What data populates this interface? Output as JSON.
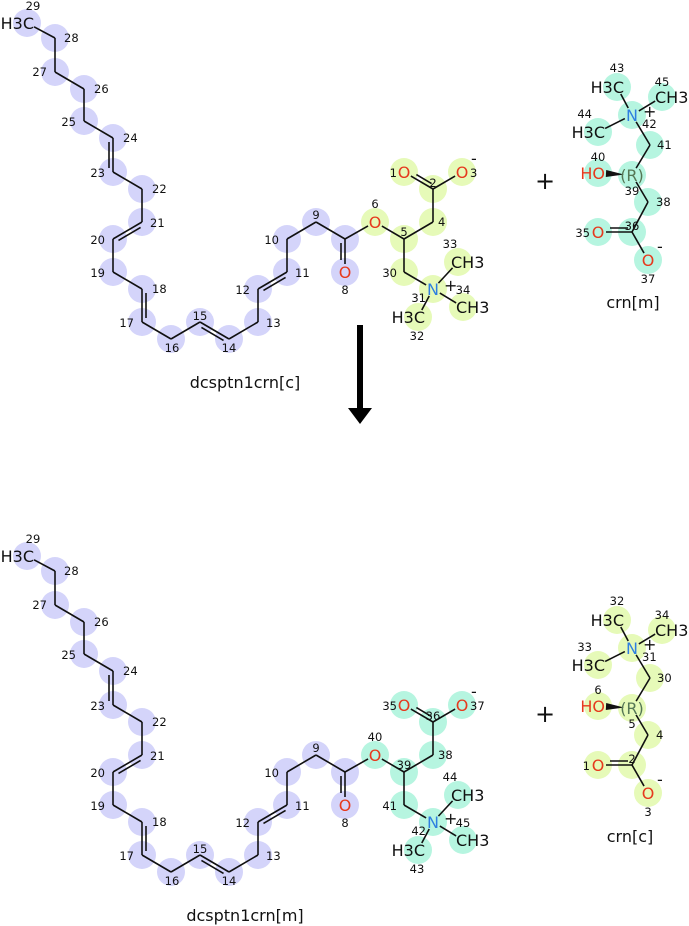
{
  "reaction": {
    "reactants": [
      "dcsptn1crn[c]",
      "crn[m]"
    ],
    "products": [
      "dcsptn1crn[m]",
      "crn[c]"
    ],
    "plus_sign": "+",
    "arrow_icon": "down-arrow"
  },
  "colors": {
    "fatty_acyl_highlight": "#d4d4fa",
    "carnitine_c_highlight": "#e6fab8",
    "carnitine_m_highlight": "#b6f5e0",
    "oxygen": "#e63a1e",
    "nitrogen": "#2e7fe0",
    "bond": "#111111"
  },
  "molecules": [
    {
      "name": "dcsptn1crn[c]",
      "type": "ester",
      "tail_color": "fatty_acyl_highlight",
      "head_color": "carnitine_c_highlight",
      "atom_numbers": [
        "29",
        "28",
        "27",
        "26",
        "25",
        "24",
        "23",
        "22",
        "21",
        "20",
        "19",
        "18",
        "17",
        "16",
        "15",
        "14",
        "13",
        "12",
        "11",
        "10",
        "9",
        "",
        "8",
        "6",
        "5",
        "4",
        "2",
        "1",
        "3",
        "30",
        "31",
        "33",
        "34",
        "32"
      ],
      "elements": {
        "22": "O",
        "23": "O",
        "27": "O",
        "28": "O",
        "30": "N",
        "31": "CH3",
        "32": "CH3",
        "33": "H3C",
        "0": "H3C"
      },
      "charges": {
        "28": "-",
        "30": "+"
      }
    },
    {
      "name": "crn[m]",
      "type": "carnitine",
      "color": "carnitine_m_highlight",
      "atom_numbers": [
        "43",
        "45",
        "42",
        "44",
        "41",
        "39",
        "40",
        "38",
        "36",
        "35",
        "37"
      ],
      "elements": {
        "0": "H3C",
        "1": "CH3",
        "2": "N",
        "3": "H3C",
        "5": "(R)",
        "6": "HO",
        "9": "O",
        "10": "O"
      },
      "charges": {
        "2": "+",
        "10": "-"
      }
    },
    {
      "name": "dcsptn1crn[m]",
      "type": "ester",
      "tail_color": "fatty_acyl_highlight",
      "head_color": "carnitine_m_highlight",
      "atom_numbers": [
        "29",
        "28",
        "27",
        "26",
        "25",
        "24",
        "23",
        "22",
        "21",
        "20",
        "19",
        "18",
        "17",
        "16",
        "15",
        "14",
        "13",
        "12",
        "11",
        "10",
        "9",
        "",
        "8",
        "40",
        "39",
        "38",
        "36",
        "35",
        "37",
        "41",
        "42",
        "44",
        "45",
        "43"
      ],
      "elements": {
        "22": "O",
        "23": "O",
        "27": "O",
        "28": "O",
        "30": "N",
        "31": "CH3",
        "32": "CH3",
        "33": "H3C",
        "0": "H3C"
      },
      "charges": {
        "28": "-",
        "30": "+"
      }
    },
    {
      "name": "crn[c]",
      "type": "carnitine",
      "color": "carnitine_c_highlight",
      "atom_numbers": [
        "32",
        "34",
        "31",
        "33",
        "30",
        "5",
        "6",
        "4",
        "2",
        "1",
        "3"
      ],
      "elements": {
        "0": "H3C",
        "1": "CH3",
        "2": "N",
        "3": "H3C",
        "5": "(R)",
        "6": "HO",
        "9": "O",
        "10": "O"
      },
      "charges": {
        "2": "+",
        "10": "-"
      }
    }
  ]
}
